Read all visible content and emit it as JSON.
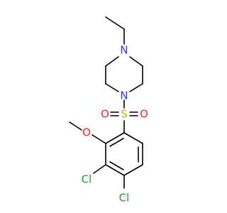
{
  "molecule": {
    "atoms": {
      "n_top": {
        "label": "N",
        "color": "#3333ff"
      },
      "n_bottom": {
        "label": "N",
        "color": "#3333ff"
      },
      "sulfur": {
        "label": "S",
        "color": "#c8b400"
      },
      "o_left": {
        "label": "O",
        "color": "#ff2020"
      },
      "o_right": {
        "label": "O",
        "color": "#ff2020"
      },
      "o_methoxy": {
        "label": "O",
        "color": "#ff2020"
      },
      "cl_upper": {
        "label": "Cl",
        "color": "#22a022"
      },
      "cl_lower": {
        "label": "Cl",
        "color": "#22a022"
      }
    }
  }
}
